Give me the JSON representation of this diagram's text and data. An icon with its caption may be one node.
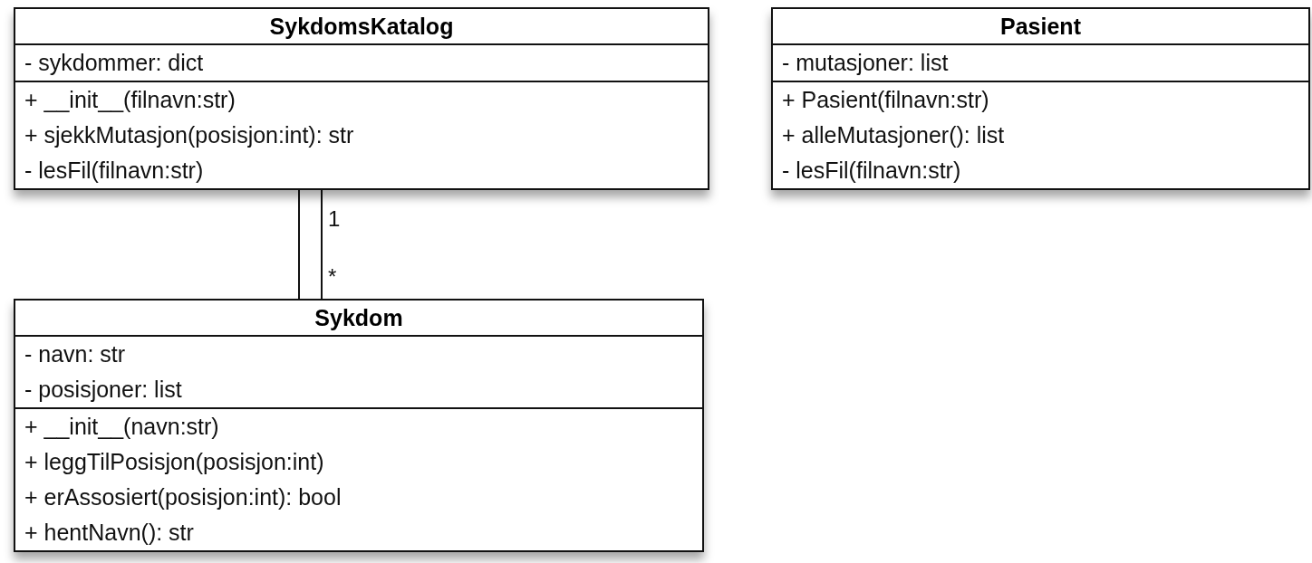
{
  "diagram": {
    "nodes": [
      {
        "text": [
          "SykdomsKatalog"
        ]
      },
      {
        "text": [
          "- sykdommer: dict"
        ],
        "in": 0
      },
      {
        "text": [
          "+ __init__(filnavn:str)",
          "+ sjekkMutasjon(posisjon:int): str",
          "- lesFil(filnavn:str)"
        ],
        "in": 0
      },
      {
        "text": [
          "Pasient"
        ]
      },
      {
        "text": [
          "- mutasjoner: list"
        ],
        "in": 3
      },
      {
        "text": [
          "+ Pasient(filnavn:str)",
          "+ alleMutasjoner(): list",
          "- lesFil(filnavn:str)"
        ],
        "in": 3
      },
      {
        "text": [
          "Sykdom"
        ]
      },
      {
        "text": [
          "- navn: str",
          "- posisjoner: list"
        ],
        "in": 6
      },
      {
        "text": [
          "+ __init__(navn:str)",
          "+ leggTilPosisjon(posisjon:int)",
          "+ erAssosiert(posisjon:int): bool",
          "+ hentNavn(): str"
        ],
        "in": 6
      }
    ],
    "edges": [
      {
        "from": 0,
        "to": 6,
        "arrow": "none"
      },
      {
        "from": 0,
        "to": 6,
        "arrow": "none"
      }
    ],
    "labels": [
      "1",
      "*"
    ]
  }
}
